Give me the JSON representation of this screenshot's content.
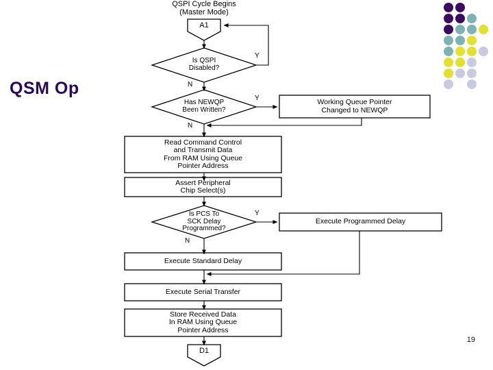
{
  "slide": {
    "title": "QSM Op",
    "page_number": "19",
    "title_color": "#2B0A54",
    "background": "#FFFFFF"
  },
  "dot_grid": {
    "colors": {
      "purple": "#3B0B62",
      "teal": "#7FB2B2",
      "yellow": "#E3E033",
      "lavender": "#C9CADF"
    },
    "dots": [
      {
        "col": 0,
        "row": 0,
        "color": "#3B0B62"
      },
      {
        "col": 1,
        "row": 0,
        "color": "#3B0B62"
      },
      {
        "col": 0,
        "row": 1,
        "color": "#3B0B62"
      },
      {
        "col": 1,
        "row": 1,
        "color": "#3B0B62"
      },
      {
        "col": 2,
        "row": 1,
        "color": "#7FB2B2"
      },
      {
        "col": 0,
        "row": 2,
        "color": "#3B0B62"
      },
      {
        "col": 1,
        "row": 2,
        "color": "#7FB2B2"
      },
      {
        "col": 2,
        "row": 2,
        "color": "#7FB2B2"
      },
      {
        "col": 3,
        "row": 2,
        "color": "#E3E033"
      },
      {
        "col": 0,
        "row": 3,
        "color": "#7FB2B2"
      },
      {
        "col": 1,
        "row": 3,
        "color": "#7FB2B2"
      },
      {
        "col": 2,
        "row": 3,
        "color": "#E3E033"
      },
      {
        "col": 0,
        "row": 4,
        "color": "#7FB2B2"
      },
      {
        "col": 1,
        "row": 4,
        "color": "#E3E033"
      },
      {
        "col": 2,
        "row": 4,
        "color": "#E3E033"
      },
      {
        "col": 3,
        "row": 4,
        "color": "#C9CADF"
      },
      {
        "col": 0,
        "row": 5,
        "color": "#E3E033"
      },
      {
        "col": 1,
        "row": 5,
        "color": "#E3E033"
      },
      {
        "col": 2,
        "row": 5,
        "color": "#C9CADF"
      },
      {
        "col": 0,
        "row": 6,
        "color": "#E3E033"
      },
      {
        "col": 1,
        "row": 6,
        "color": "#C9CADF"
      },
      {
        "col": 2,
        "row": 6,
        "color": "#C9CADF"
      },
      {
        "col": 0,
        "row": 7,
        "color": "#C9CADF"
      },
      {
        "col": 2,
        "row": 7,
        "color": "#C9CADF"
      }
    ]
  },
  "flowchart": {
    "caption": "QSPI Cycle Begins\n(Master Mode)",
    "nodes": {
      "connector_a1": "A1",
      "decision_qspi_disabled": "Is QSPI\nDisabled?",
      "decision_newqp_written": "Has NEWQP\nBeen Written?",
      "process_newqp_changed": "Working Queue Pointer\nChanged to NEWQP",
      "process_read_command": "Read Command Control\nand Transmit Data\nFrom RAM Using Queue\nPointer Address",
      "process_assert_pcs": "Assert Peripheral\nChip Select(s)",
      "decision_pcs_sck_delay": "Is PCS To\nSCK Delay\nProgrammed?",
      "process_programmed_delay": "Execute Programmed Delay",
      "process_standard_delay": "Execute Standard Delay",
      "process_serial_transfer": "Execute Serial Transfer",
      "process_store_received": "Store Received Data\nIn RAM Using Queue\nPointer Address",
      "connector_d1": "D1"
    },
    "edge_labels": {
      "qspi_disabled_yes": "Y",
      "qspi_disabled_no": "N",
      "newqp_yes": "Y",
      "newqp_no": "N",
      "pcs_sck_yes": "Y",
      "pcs_sck_no": "N"
    }
  }
}
